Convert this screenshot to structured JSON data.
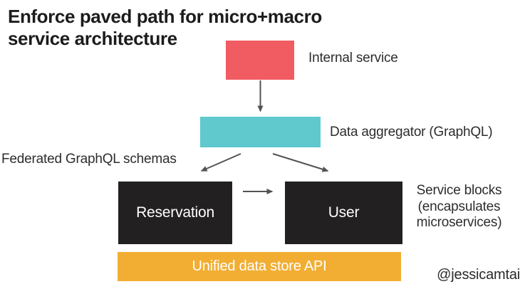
{
  "title": {
    "lines": [
      "Enforce paved path for micro+macro",
      "service architecture"
    ]
  },
  "nodes": {
    "internal_service": {
      "label": "Internal service",
      "color": "#f15c62"
    },
    "data_aggregator": {
      "label": "Data aggregator (GraphQL)",
      "color": "#5fc9cd"
    },
    "reservation": {
      "label": "Reservation",
      "color": "#232021"
    },
    "user": {
      "label": "User",
      "color": "#232021"
    },
    "unified_data_store": {
      "label": "Unified data store API",
      "color": "#f2ae33"
    }
  },
  "annotations": {
    "federated_schemas": "Federated GraphQL schemas",
    "service_blocks_lines": [
      "Service blocks",
      "(encapsulates",
      "microservices)"
    ]
  },
  "credit": "@jessicamtai",
  "colors": {
    "background": "#ffffff",
    "arrow": "#535356",
    "title_text": "#1c1c1e",
    "annotation_text": "#2d2d2f",
    "box_label_text": "#ffffff"
  }
}
